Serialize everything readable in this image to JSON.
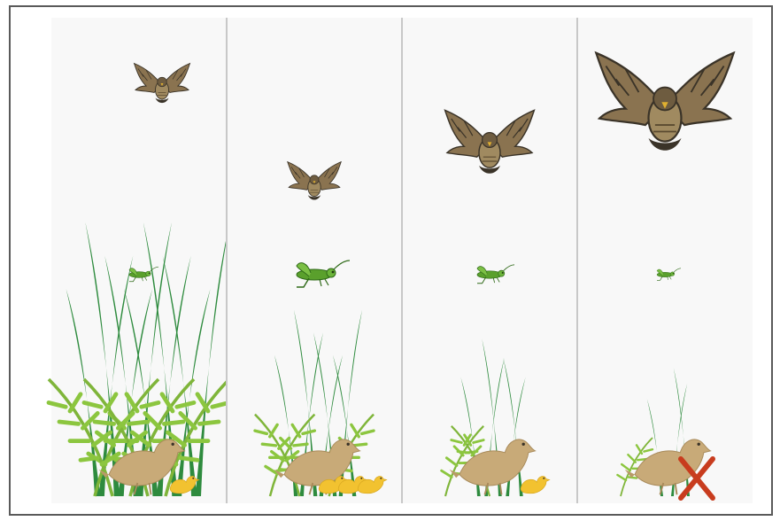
{
  "diagram": {
    "panel_count": 4,
    "stages": [
      {
        "hawk_scale": 0.75,
        "grasshopper_scale": 0.55,
        "grass_density": 1.0,
        "quail_chick_count": 1,
        "crossed_out": false
      },
      {
        "hawk_scale": 0.72,
        "grasshopper_scale": 1.0,
        "grass_density": 0.55,
        "quail_chick_count": 3,
        "crossed_out": false
      },
      {
        "hawk_scale": 1.2,
        "grasshopper_scale": 0.7,
        "grass_density": 0.4,
        "quail_chick_count": 1,
        "crossed_out": false
      },
      {
        "hawk_scale": 1.85,
        "grasshopper_scale": 0.45,
        "grass_density": 0.25,
        "quail_chick_count": 0,
        "crossed_out": true
      }
    ]
  },
  "icons": [
    "hawk-icon",
    "grasshopper-icon",
    "quail-icon",
    "quail-chick-icon",
    "grass-icon",
    "fern-icon",
    "cross-mark-icon"
  ],
  "colors": {
    "frame_border": "#5a5a5a",
    "panel_background": "#f8f8f8",
    "panel_divider": "#c8c8c8",
    "grass_dark": "#2e8b3e",
    "grass_light": "#8cc63f",
    "hawk_body": "#8a7350",
    "hawk_dark": "#3a3328",
    "grasshopper": "#5aa02c",
    "quail": "#c8aa78",
    "chick": "#f2c230",
    "chick_pale": "#e8c8a0",
    "cross_mark": "#c83c1e",
    "berry": "#c0392b"
  }
}
